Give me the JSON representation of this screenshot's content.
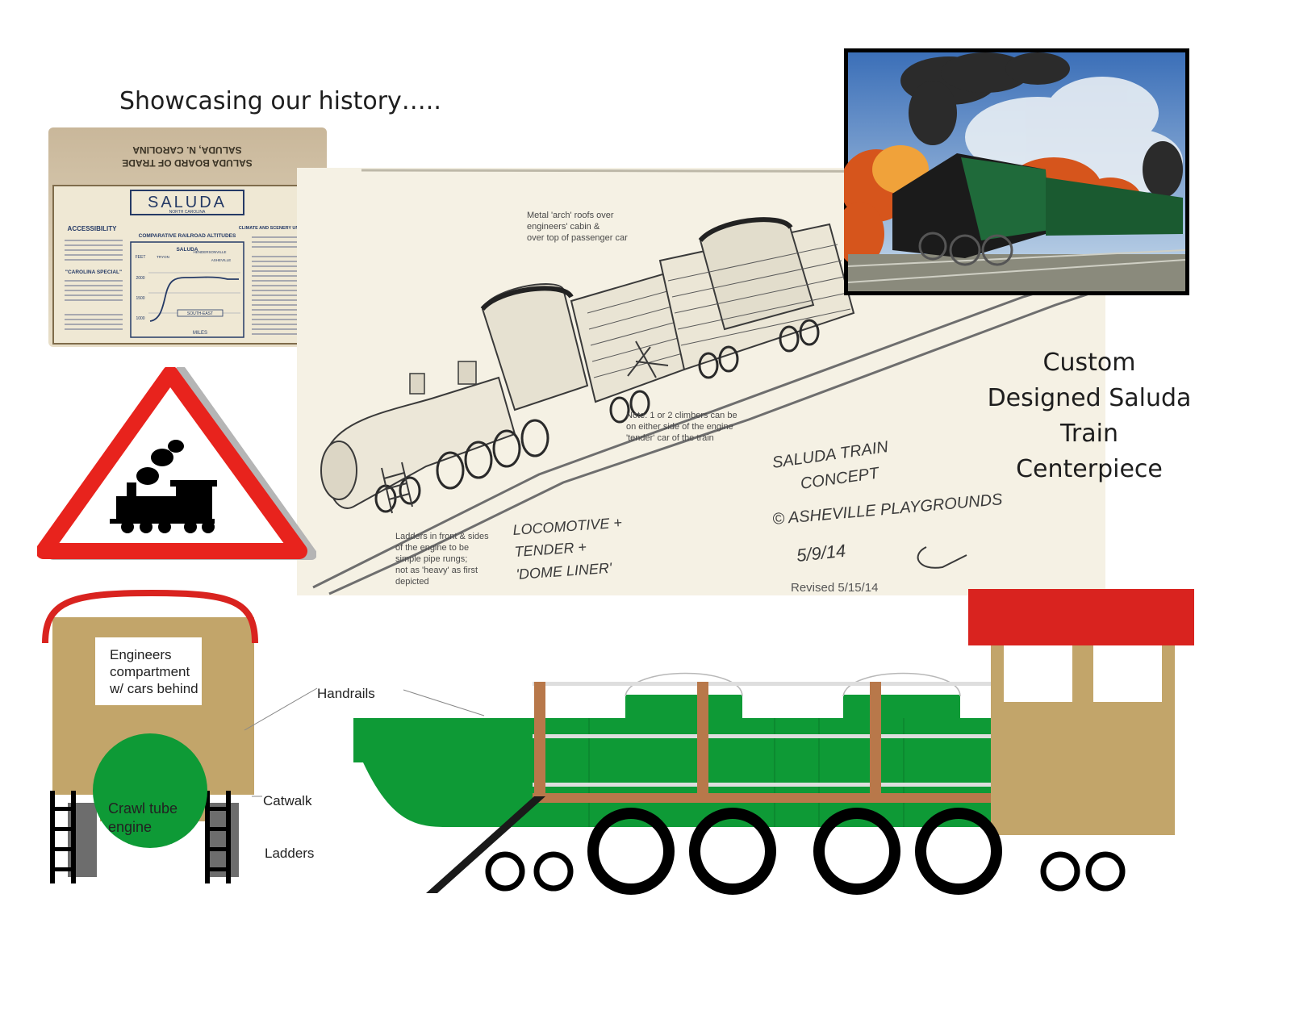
{
  "heading": "Showcasing our history…..",
  "caption_lines": [
    "Custom",
    "Designed Saluda",
    "Train",
    "Centerpiece"
  ],
  "brochure": {
    "header_lines": [
      "SALUDA BOARD OF TRADE",
      "SALUDA, N. CAROLINA"
    ],
    "title": "SALUDA",
    "subtitle": "NORTH CAROLINA",
    "left_heading": "ACCESSIBILITY",
    "chart_heading": "COMPARATIVE RAILROAD ALTITUDES",
    "right_heading": "CLIMATE AND SCENERY UNSURPASSED",
    "left_special": "\"CAROLINA SPECIAL\"",
    "chart_place": "SALUDA",
    "chart_towns": [
      "TRYON",
      "HENDERSONVILLE",
      "ASHEVILLE"
    ],
    "chart_feet": "FEET",
    "chart_alts": [
      "2000",
      "1500",
      "1000"
    ],
    "chart_dir": "SOUTH-EAST",
    "chart_miles": "MILES"
  },
  "sketch": {
    "note_roofs": [
      "Metal 'arch' roofs over",
      "engineers' cabin &",
      "over top of passenger car"
    ],
    "note_climbers": [
      "Note: 1 or 2 climbers can be",
      "on either side of the engine",
      "'tender' car of the train"
    ],
    "note_ladders": [
      "Ladders in front & sides",
      "of the engine to be",
      "simple pipe rungs;",
      "not as 'heavy' as first",
      "depicted"
    ],
    "hand_concept": [
      "SALUDA TRAIN",
      "CONCEPT"
    ],
    "hand_copyright": "© ASHEVILLE PLAYGROUNDS",
    "hand_date": "5/9/14",
    "hand_components": [
      "LOCOMOTIVE +",
      "TENDER +",
      "'DOME LINER'"
    ],
    "revised": "Revised 5/15/14"
  },
  "front_view": {
    "compartment_label": [
      "Engineers",
      "compartment",
      "w/ cars behind"
    ],
    "tube_label": [
      "Crawl tube",
      "engine"
    ],
    "callout_catwalk": "Catwalk",
    "callout_ladders": "Ladders",
    "callout_handrails": "Handrails"
  },
  "colors": {
    "engine_green": "#0e9a36",
    "cab_tan": "#c2a56a",
    "roof_red": "#d9231f",
    "sign_red": "#e8231d",
    "post_brown": "#b8784a"
  }
}
